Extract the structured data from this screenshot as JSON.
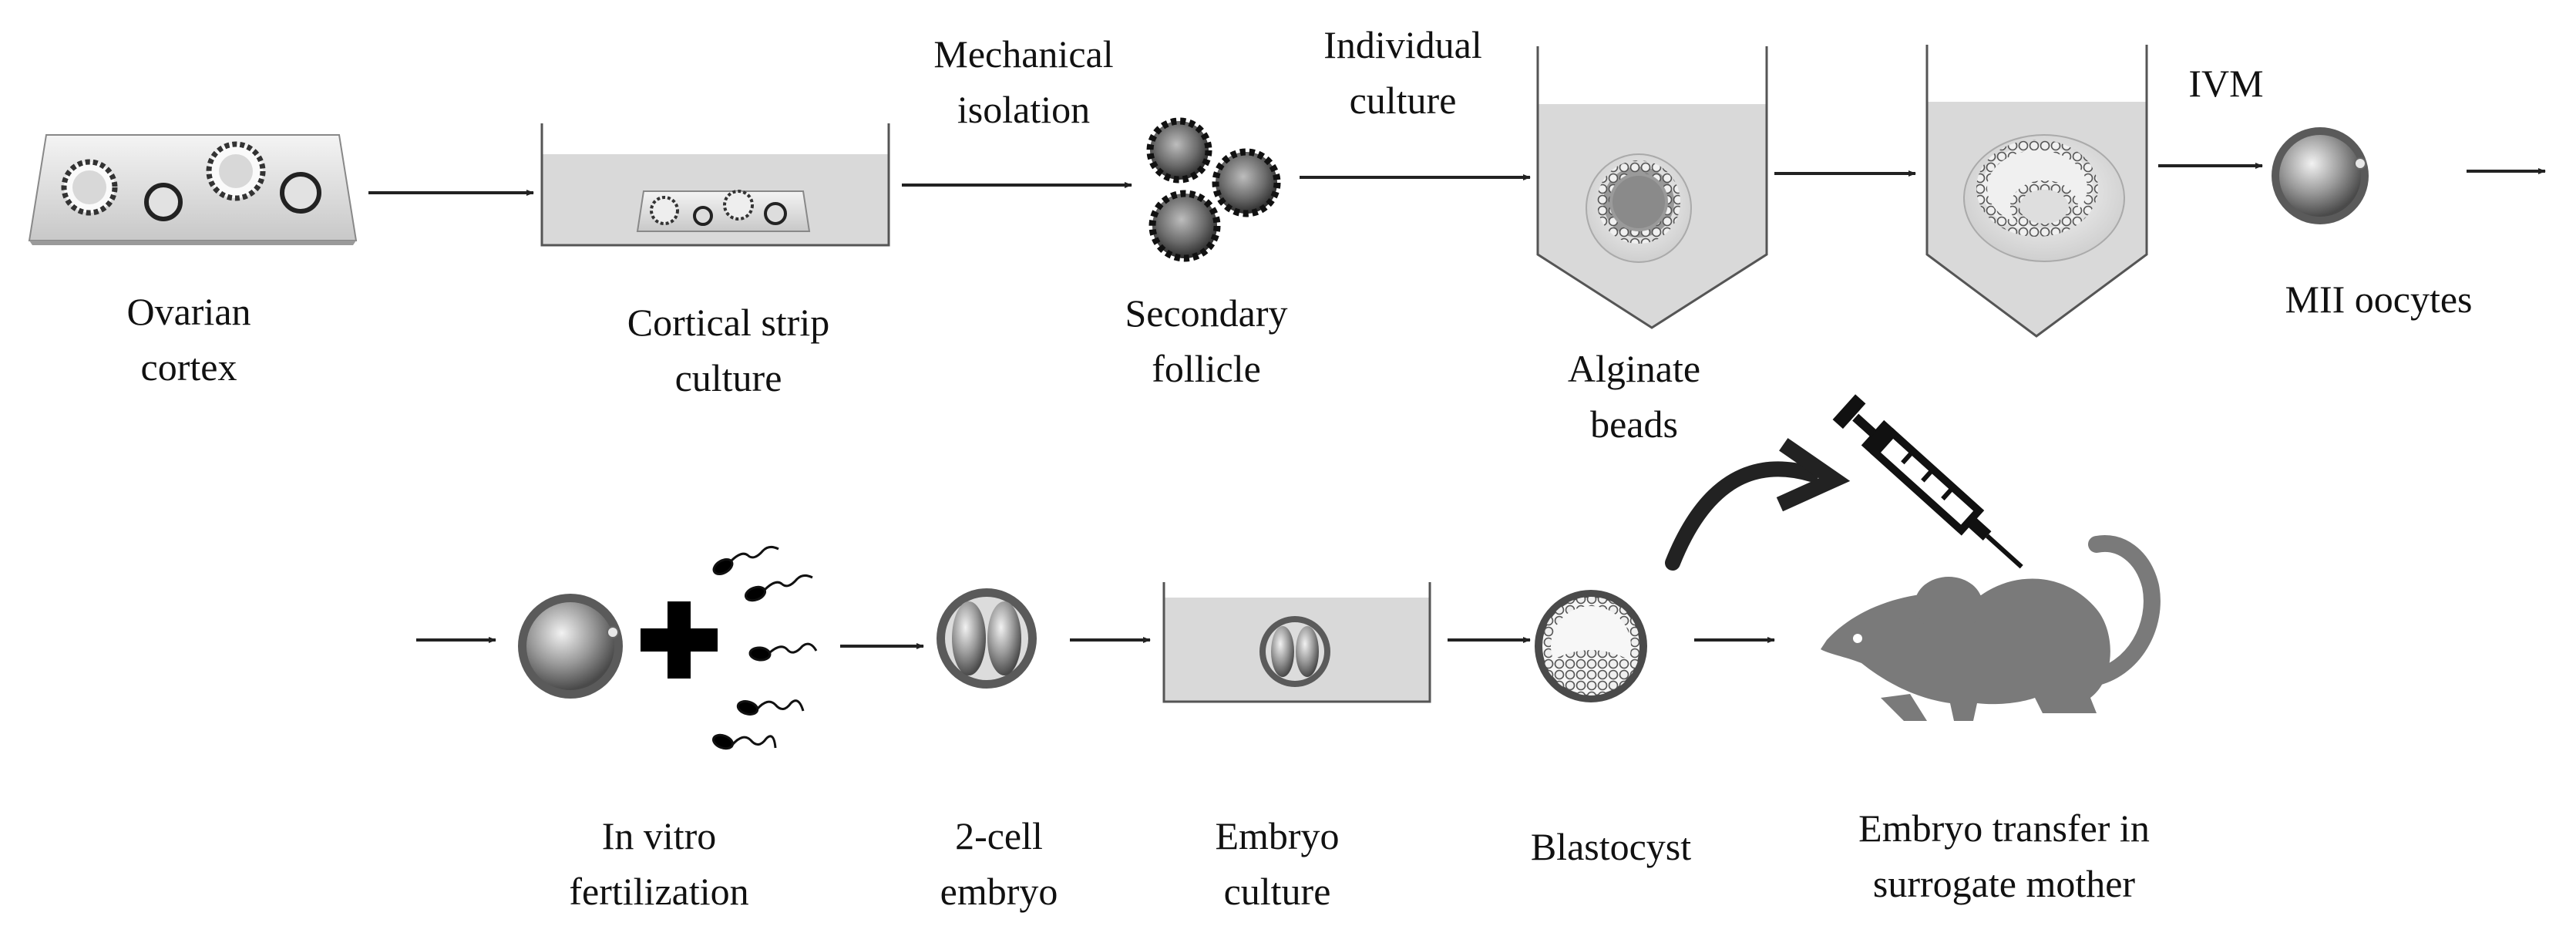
{
  "steps": {
    "ovarian_cortex": [
      "Ovarian",
      "cortex"
    ],
    "cortical_strip": [
      "Cortical strip",
      "culture"
    ],
    "mechanical_isolation": [
      "Mechanical",
      "isolation"
    ],
    "secondary_follicle": [
      "Secondary",
      "follicle"
    ],
    "individual_culture": [
      "Individual",
      "culture"
    ],
    "alginate_beads": [
      "Alginate",
      "beads"
    ],
    "ivm": "IVM",
    "mii_oocytes": "MII oocytes",
    "ivf": [
      "In vitro",
      "fertilization"
    ],
    "two_cell": [
      "2-cell",
      "embryo"
    ],
    "embryo_culture": [
      "Embryo",
      "culture"
    ],
    "blastocyst": "Blastocyst",
    "embryo_transfer": [
      "Embryo transfer in",
      "surrogate mother"
    ]
  },
  "icons": [
    "ovarian-cortex-slab",
    "culture-dish",
    "follicle-cluster",
    "alginate-well",
    "oocyte",
    "plus",
    "sperm",
    "two-cell-embryo",
    "blastocyst",
    "curved-arrow",
    "syringe",
    "mouse"
  ],
  "colors": {
    "ink": "#111111",
    "medium": "#d9d9d9",
    "mouse": "#7a7a7a"
  }
}
